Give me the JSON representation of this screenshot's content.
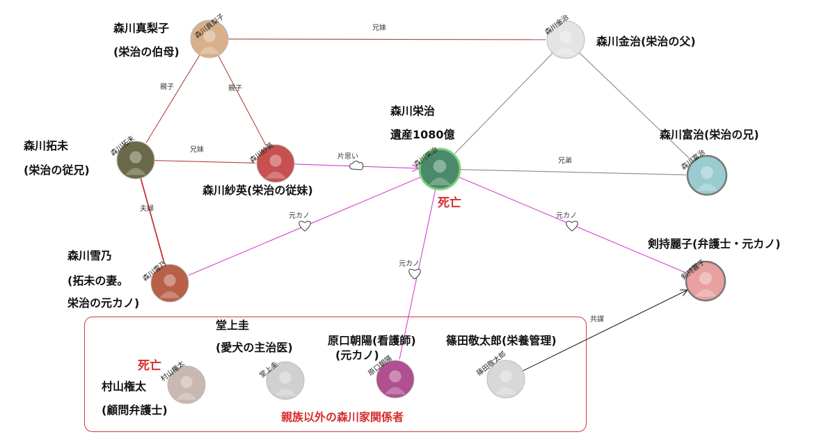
{
  "nodes": [
    {
      "id": "mariko",
      "name": "森川真梨子",
      "color": "#d8b08a"
    },
    {
      "id": "kinji",
      "name": "森川金治",
      "color": "#e4e4e4"
    },
    {
      "id": "takumi",
      "name": "森川拓未",
      "color": "#6a6a48"
    },
    {
      "id": "sae",
      "name": "森川紗英",
      "color": "#c85050"
    },
    {
      "id": "eiji",
      "name": "森川栄治",
      "color": "#4a8a6a"
    },
    {
      "id": "tomiji",
      "name": "森川富治",
      "color": "#98ccd0"
    },
    {
      "id": "yukino",
      "name": "森川雪乃",
      "color": "#b86048"
    },
    {
      "id": "reiko",
      "name": "剣持麗子",
      "color": "#e8a0a0"
    },
    {
      "id": "murayama",
      "name": "村山権太",
      "color": "#c8b8b0"
    },
    {
      "id": "dojo",
      "name": "堂上圭",
      "color": "#d0d0d0"
    },
    {
      "id": "haraguchi",
      "name": "原口朝陽",
      "color": "#b05090"
    },
    {
      "id": "shinoda",
      "name": "篠田敬太郎",
      "color": "#d8d8d8"
    }
  ],
  "edges": [
    {
      "from": "mariko",
      "to": "kinji",
      "label": "兄妹",
      "color": "#b04040",
      "arrow": false
    },
    {
      "from": "mariko",
      "to": "takumi",
      "label": "親子",
      "color": "#b04040",
      "arrow": false
    },
    {
      "from": "mariko",
      "to": "sae",
      "label": "親子",
      "color": "#b04040",
      "arrow": false
    },
    {
      "from": "takumi",
      "to": "sae",
      "label": "兄妹",
      "color": "#b04040",
      "arrow": false
    },
    {
      "from": "takumi",
      "to": "yukino",
      "label": "夫婦",
      "color": "#c83030",
      "arrow": false
    },
    {
      "from": "sae",
      "to": "eiji",
      "label": "片思い",
      "color": "#d040d0",
      "arrow": true
    },
    {
      "from": "kinji",
      "to": "eiji",
      "label": "",
      "color": "#888888",
      "arrow": false
    },
    {
      "from": "kinji",
      "to": "tomiji",
      "label": "",
      "color": "#888888",
      "arrow": false
    },
    {
      "from": "eiji",
      "to": "tomiji",
      "label": "兄弟",
      "color": "#888888",
      "arrow": false
    },
    {
      "from": "eiji",
      "to": "yukino",
      "label": "元カノ",
      "color": "#d040d0",
      "arrow": false
    },
    {
      "from": "eiji",
      "to": "haraguchi",
      "label": "元カノ",
      "color": "#d040d0",
      "arrow": false
    },
    {
      "from": "eiji",
      "to": "reiko",
      "label": "元カノ",
      "color": "#d040d0",
      "arrow": false
    },
    {
      "from": "shinoda",
      "to": "reiko",
      "label": "共謀",
      "color": "#222222",
      "arrow": true
    }
  ],
  "labels": {
    "mariko_1": "森川真梨子",
    "mariko_2": "(栄治の伯母)",
    "kinji": "森川金治(栄治の父)",
    "takumi_1": "森川拓未",
    "takumi_2": "(栄治の従兄)",
    "sae": "森川紗英(栄治の従妹)",
    "eiji_1": "森川栄治",
    "eiji_2": "遺産1080億",
    "eiji_dead": "死亡",
    "tomiji": "森川富治(栄治の兄)",
    "yukino_1": "森川雪乃",
    "yukino_2": "(拓未の妻。",
    "yukino_3": "栄治の元カノ)",
    "reiko": "剣持麗子(弁護士・元カノ)",
    "dojo_1": "堂上圭",
    "dojo_2": "(愛犬の主治医)",
    "haraguchi_1": "原口朝陽(看護師)",
    "haraguchi_2": "(元カノ)",
    "shinoda": "篠田敬太郎(栄養管理)",
    "murayama_dead": "死亡",
    "murayama_1": "村山権太",
    "murayama_2": "(顧問弁護士)",
    "group": "親族以外の森川家関係者"
  },
  "colors": {
    "highlight_ring": "#7fcf7f",
    "group_border": "#d23a3a",
    "dead_text": "#d62d2d"
  }
}
